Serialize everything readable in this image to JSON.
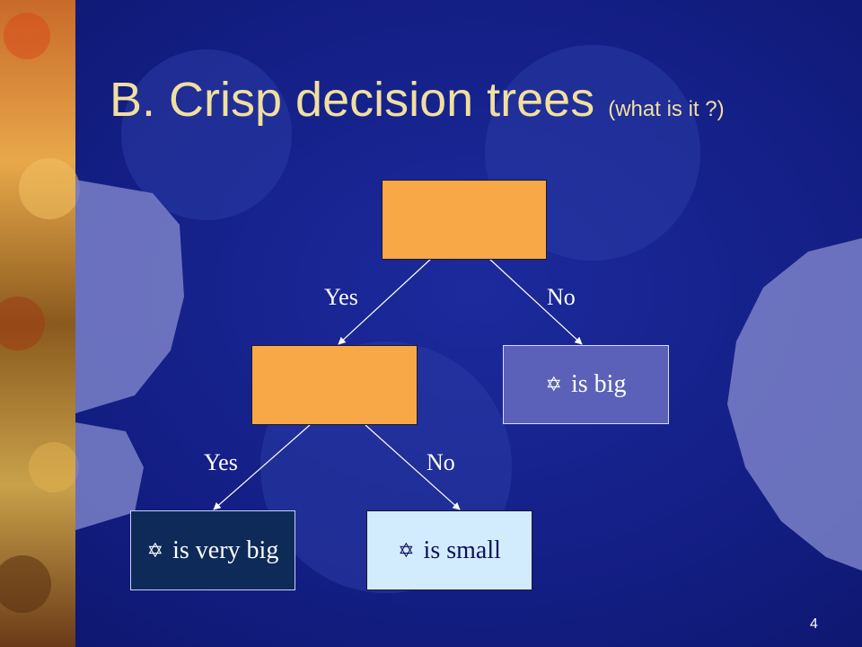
{
  "slide": {
    "title": "B. Crisp decision trees",
    "title_sub": "(what is it ?)",
    "page_number": "4"
  },
  "tree": {
    "nodes": {
      "root": {
        "text": ""
      },
      "mid": {
        "text": ""
      },
      "big": {
        "glyph": "✡",
        "text": "is big"
      },
      "very_big": {
        "glyph": "✡",
        "text": "is very big"
      },
      "small": {
        "glyph": "✡",
        "text": "is small"
      }
    },
    "edges": {
      "root_yes": "Yes",
      "root_no": "No",
      "mid_yes": "Yes",
      "mid_no": "No"
    }
  },
  "colors": {
    "background": "#141f86",
    "title": "#f1dfa0",
    "test_node": "#f9a847",
    "big_node": "#5b61b8",
    "very_big_node": "#0e2a58",
    "small_node": "#d2ecfd"
  },
  "icons": {
    "node_symbol": "star-of-david-icon",
    "background_decoration": "gear-icon"
  }
}
